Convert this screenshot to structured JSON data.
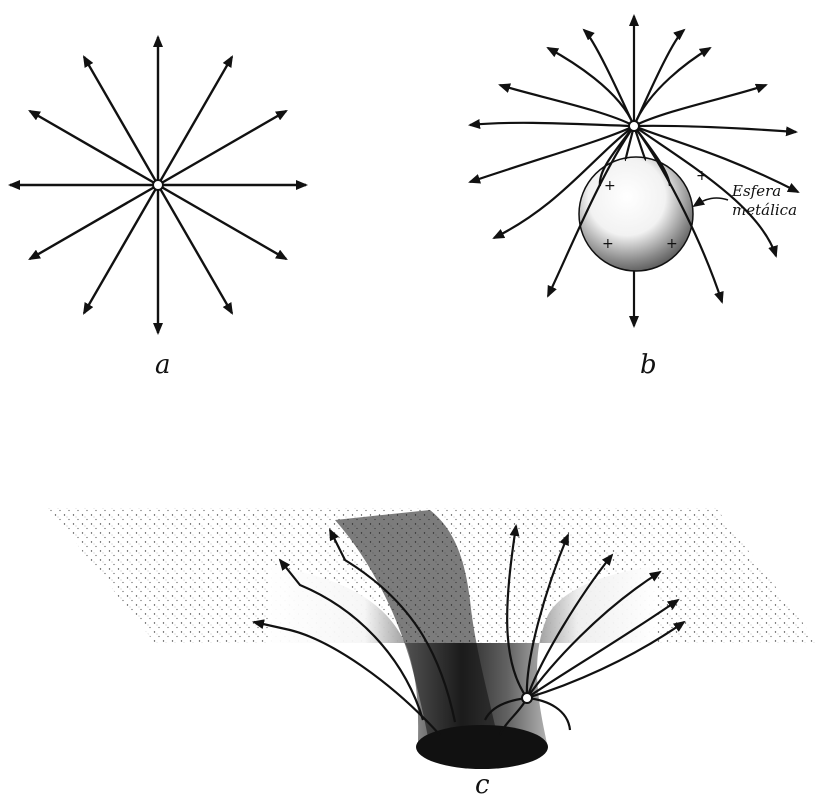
{
  "captions": {
    "a": "a",
    "b": "b",
    "c": "c"
  },
  "sphere_label": {
    "line1": "Esfera",
    "line2": "metálica"
  },
  "charge_marks": [
    "+",
    "+",
    "+",
    "+"
  ],
  "colors": {
    "ink": "#111111",
    "paper": "#ffffff"
  }
}
